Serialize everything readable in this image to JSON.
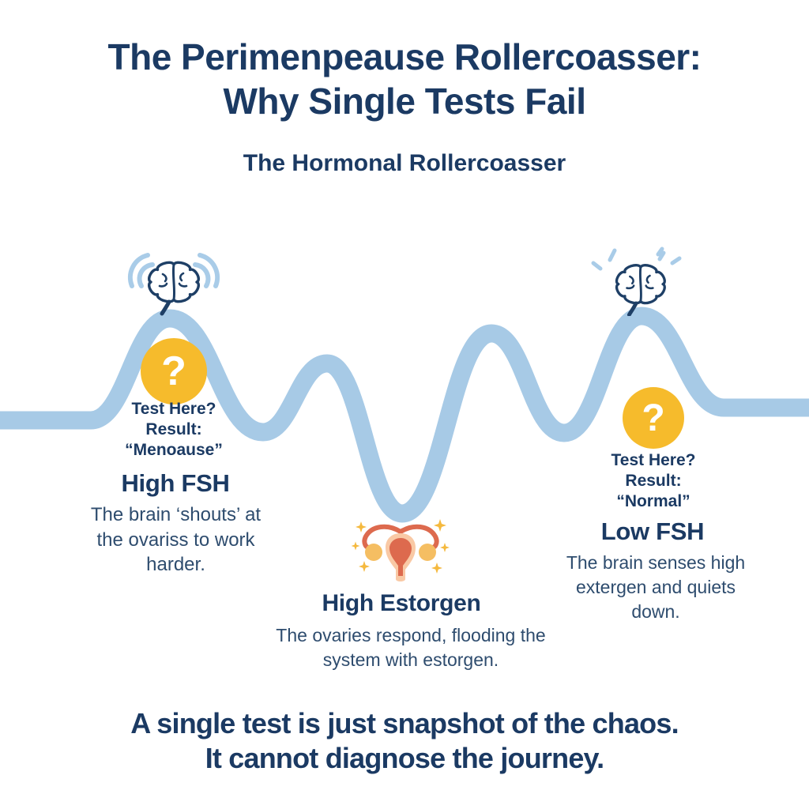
{
  "colors": {
    "background": "#FFFFFF",
    "navy_text": "#1B3A63",
    "slate_body_text": "#2E4C6E",
    "curve_blue": "#A7CAE6",
    "signal_blue": "#A9CCE8",
    "accent_yellow": "#F6BB2C",
    "uterus_coral": "#DD6A4E",
    "uterus_peach": "#F9C9A5",
    "ovary_yellow": "#F5BE62",
    "sparkle_yellow": "#F5B93E"
  },
  "header": {
    "title_line1": "The Perimenpeause Rollercoasser:",
    "title_line2": "Why Single Tests Fail",
    "subtitle": "The Hormonal Rollercoasser"
  },
  "curve": {
    "description": "thick light-blue wavy hormone line with four peaks and a deep central trough",
    "points": [
      [
        -10,
        532
      ],
      [
        115,
        532
      ],
      [
        215,
        403
      ],
      [
        333,
        547
      ],
      [
        414,
        460
      ],
      [
        509,
        650
      ],
      [
        622,
        422
      ],
      [
        714,
        548
      ],
      [
        812,
        400
      ],
      [
        916,
        516
      ],
      [
        1034,
        516
      ]
    ]
  },
  "annotations": {
    "left": {
      "icon": "brain-with-sound-waves",
      "badge": "?",
      "test_label": "Test Here?",
      "result_label": "Result:",
      "result_value": "“Menoause”",
      "heading": "High FSH",
      "body": "The brain ‘shouts’ at the ovariss to work harder."
    },
    "middle": {
      "icon": "uterus-with-sparkles",
      "heading": "High Estorgen",
      "body": "The ovaries respond, flooding the system with estorgen."
    },
    "right": {
      "icon": "brain-with-sparks",
      "badge": "?",
      "test_label": "Test Here?",
      "result_label": "Result:",
      "result_value": "“Normal”",
      "heading": "Low FSH",
      "body": "The brain senses high extergen and quiets down."
    }
  },
  "footer": {
    "line1": "A single test is just snapshot of the chaos.",
    "line2": "It cannot diagnose the journey."
  }
}
